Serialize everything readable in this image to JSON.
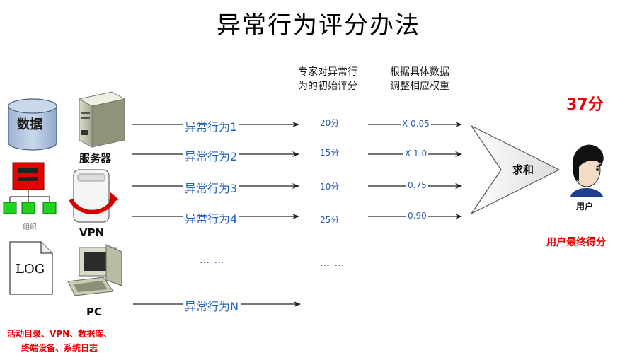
{
  "title": "异常行为评分办法",
  "header_initial": [
    "专家对异常行",
    "为的初始评分"
  ],
  "header_weight": [
    "根据具体数据",
    "调整相应权重"
  ],
  "rows": [
    {
      "label": "异常行为1",
      "score": "20分",
      "weight": "X 0.05"
    },
    {
      "label": "异常行为2",
      "score": "15分",
      "weight": "X 1.0"
    },
    {
      "label": "异常行为3",
      "score": "10分",
      "weight": "0.75"
    },
    {
      "label": "异常行为4",
      "score": "25分",
      "weight": "0.90"
    }
  ],
  "ellipsis_rules": "…  …",
  "ellipsis_scores": "… …",
  "last_rule": "异常行为N",
  "sum_label": "求和",
  "final_score": "37分",
  "user_label": "用户",
  "final_note": "用户最终得分",
  "devices": {
    "data": "数据",
    "server": "服务器",
    "org": "组织",
    "vpn": "VPN",
    "log": "LOG",
    "pc": "PC"
  },
  "sources": [
    "活动目录、VPN、数据库、",
    "终端设备、系统日志"
  ],
  "colors": {
    "rule_blue": "#1f5fbf",
    "score_blue": "#2a5caa",
    "red": "#e60000"
  }
}
